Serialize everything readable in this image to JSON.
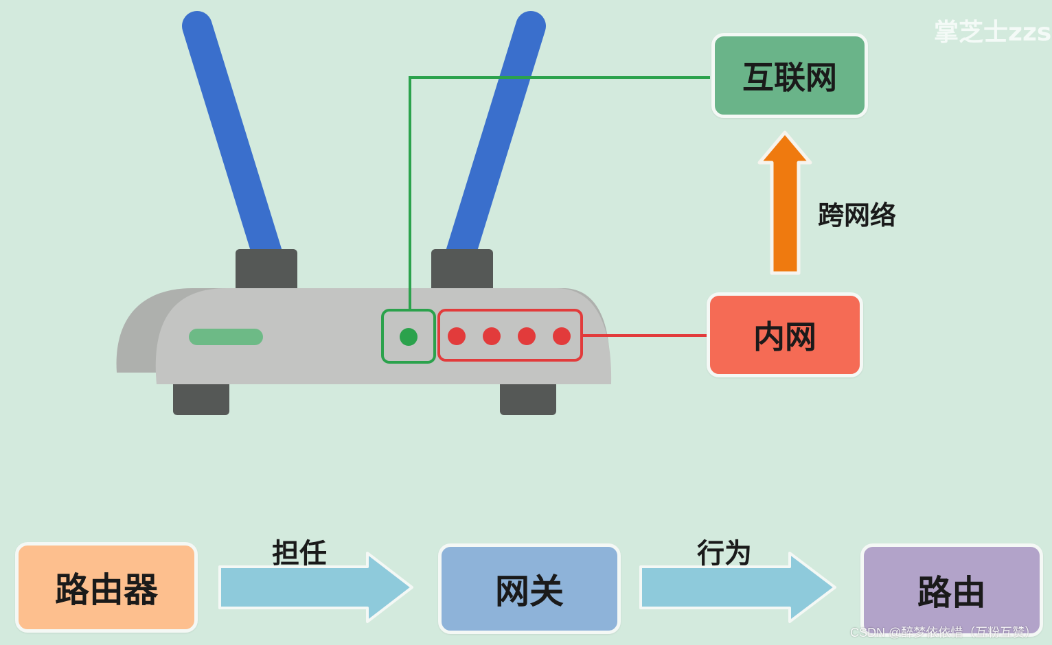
{
  "nodes": {
    "internet": {
      "label": "互联网",
      "color": "#6ab489"
    },
    "intranet": {
      "label": "内网",
      "color": "#f56b55"
    },
    "router": {
      "label": "路由器",
      "color": "#fdbf8e"
    },
    "gateway": {
      "label": "网关",
      "color": "#8eb3d9"
    },
    "routing": {
      "label": "路由",
      "color": "#b2a3c9"
    }
  },
  "edges": {
    "cross_network": {
      "label": "跨网络",
      "color": "#ef7a0f"
    },
    "serves_as": {
      "label": "担任",
      "color": "#8ecadb"
    },
    "behavior": {
      "label": "行为",
      "color": "#8ecadb"
    }
  },
  "router_device": {
    "antenna_color": "#3a6fcc",
    "body_color": "#c3c4c2",
    "base_color": "#555856",
    "indicator_color": "#6dba86",
    "wan_port_color": "#2ba24c",
    "lan_port_color": "#e23b3b",
    "lan_port_count": 4,
    "wan_port_count": 1
  },
  "watermark": "掌芝士zzs",
  "credit": "CSDN @醉梦依依惜（互粉互赞）"
}
